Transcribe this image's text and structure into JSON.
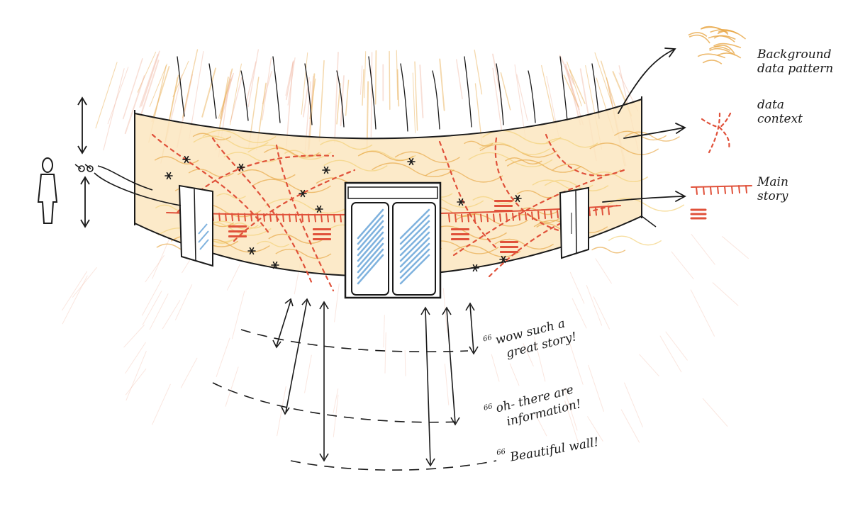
{
  "legend": [
    {
      "line1": "Background",
      "line2": "data pattern",
      "swatch": "background-pattern",
      "color": "#e8a94a"
    },
    {
      "line1": "data",
      "line2": "context",
      "swatch": "dotted-burst",
      "color": "#e0513a"
    },
    {
      "line1": "Main",
      "line2": "story",
      "swatch": "tick-line",
      "color": "#e0513a"
    }
  ],
  "reactions": [
    {
      "mark": "66",
      "line1": "wow such a",
      "line2": "great story!"
    },
    {
      "mark": "66",
      "line1": "oh- there are",
      "line2": "information!"
    },
    {
      "mark": "66",
      "line1": "Beautiful wall!",
      "line2": ""
    }
  ],
  "colors": {
    "ink": "#1a1a1a",
    "story_red": "#e0513a",
    "pattern_orange": "#e8a94a",
    "pattern_yellow": "#f3d27a",
    "wash_pink": "#f1b9a6",
    "glass_blue": "#7fb2de"
  },
  "icons": [
    "person-icon",
    "eye-icon",
    "star-icon"
  ]
}
